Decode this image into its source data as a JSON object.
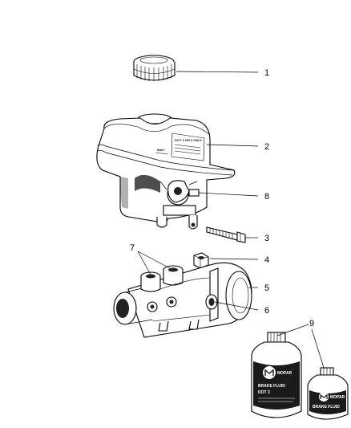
{
  "callouts": [
    {
      "id": "1",
      "label": "1"
    },
    {
      "id": "2",
      "label": "2"
    },
    {
      "id": "3",
      "label": "3"
    },
    {
      "id": "4",
      "label": "4"
    },
    {
      "id": "5",
      "label": "5"
    },
    {
      "id": "6",
      "label": "6"
    },
    {
      "id": "7",
      "label": "7"
    },
    {
      "id": "8",
      "label": "8"
    },
    {
      "id": "9",
      "label": "9"
    }
  ],
  "reservoir_label": {
    "line1": "DOT 3 OR 4 ONLY",
    "line2": "MAX"
  },
  "bottles": {
    "large": {
      "brand": "MOPAR",
      "line1": "BRAKE FLUID",
      "line2": "DOT 3"
    },
    "small": {
      "brand": "MOPAR",
      "line1": "BRAKE FLUID"
    }
  }
}
